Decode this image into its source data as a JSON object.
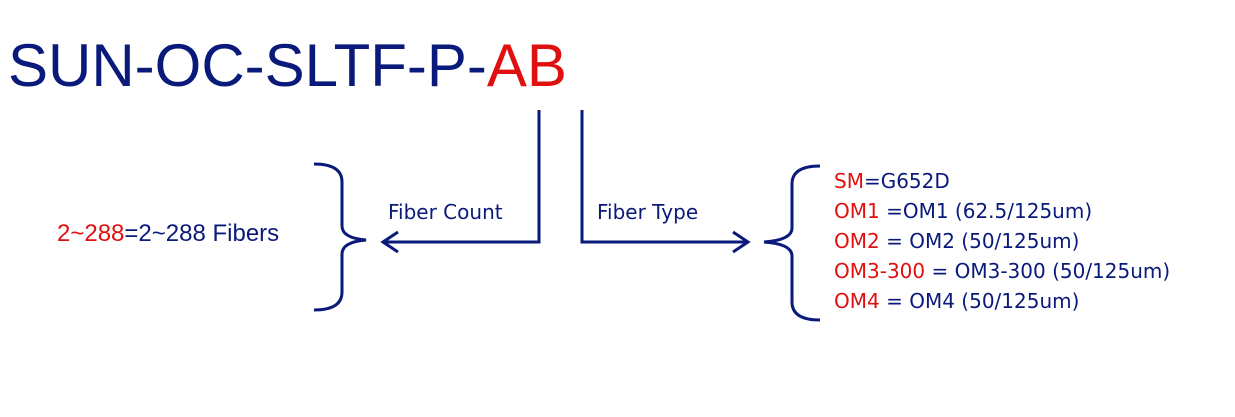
{
  "title": {
    "prefix": "SUN-OC-SLTF-P-",
    "suffix": "AB"
  },
  "fiber_count": {
    "label": "Fiber Count",
    "code": "2~288",
    "description": "=2~288 Fibers"
  },
  "fiber_type": {
    "label": "Fiber Type",
    "items": [
      {
        "code": "SM",
        "description": "=G652D"
      },
      {
        "code": "OM1",
        "description": " =OM1 (62.5/125um)"
      },
      {
        "code": "OM2",
        "description": " = OM2 (50/125um)"
      },
      {
        "code": "OM3-300",
        "description": " = OM3-300 (50/125um)"
      },
      {
        "code": "OM4",
        "description": " = OM4 (50/125um)"
      }
    ]
  },
  "colors": {
    "primary": "#0a1a7a",
    "accent": "#e01010"
  }
}
